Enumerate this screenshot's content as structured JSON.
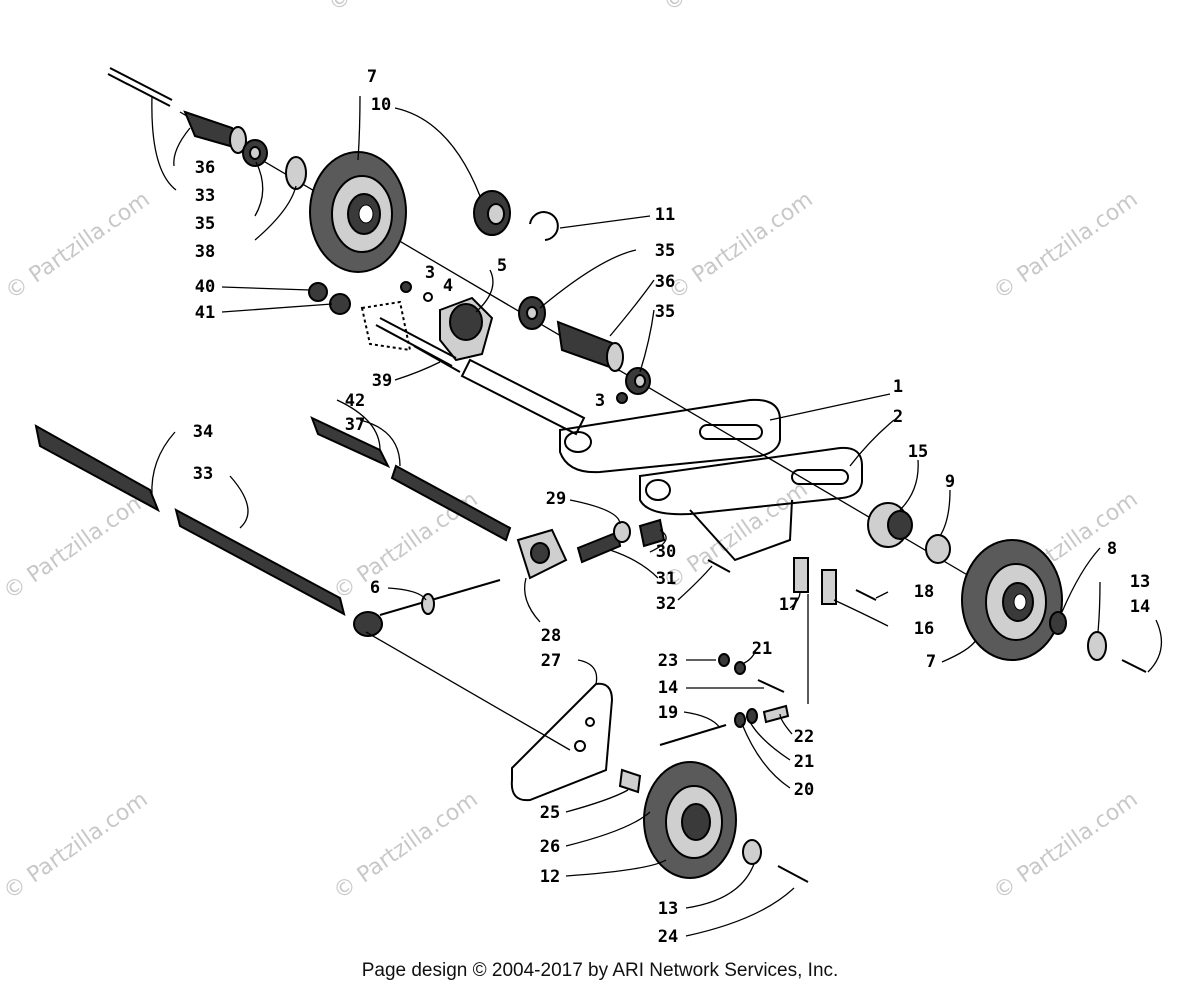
{
  "watermarks": [
    "© Partzilla.com",
    "© Partzilla.com",
    "© Partzilla.com",
    "© Partzilla.com",
    "© Partzilla.com",
    "© Partzilla.com",
    "© Partzilla.com",
    "© Partzilla.com",
    "© Partzilla.com",
    "© Partzilla.com",
    "© Partzilla.com",
    "© Partzilla.com"
  ],
  "callouts": [
    "7",
    "10",
    "36",
    "33",
    "35",
    "38",
    "11",
    "35",
    "36",
    "35",
    "40",
    "41",
    "3",
    "4",
    "5",
    "39",
    "42",
    "37",
    "3",
    "1",
    "2",
    "15",
    "9",
    "34",
    "33",
    "29",
    "30",
    "31",
    "32",
    "6",
    "28",
    "17",
    "18",
    "16",
    "8",
    "13",
    "14",
    "7",
    "27",
    "23",
    "21",
    "14",
    "19",
    "22",
    "21",
    "20",
    "25",
    "26",
    "12",
    "13",
    "24"
  ],
  "footer": {
    "text": "Page design © 2004-2017 by ARI Network Services, Inc."
  }
}
